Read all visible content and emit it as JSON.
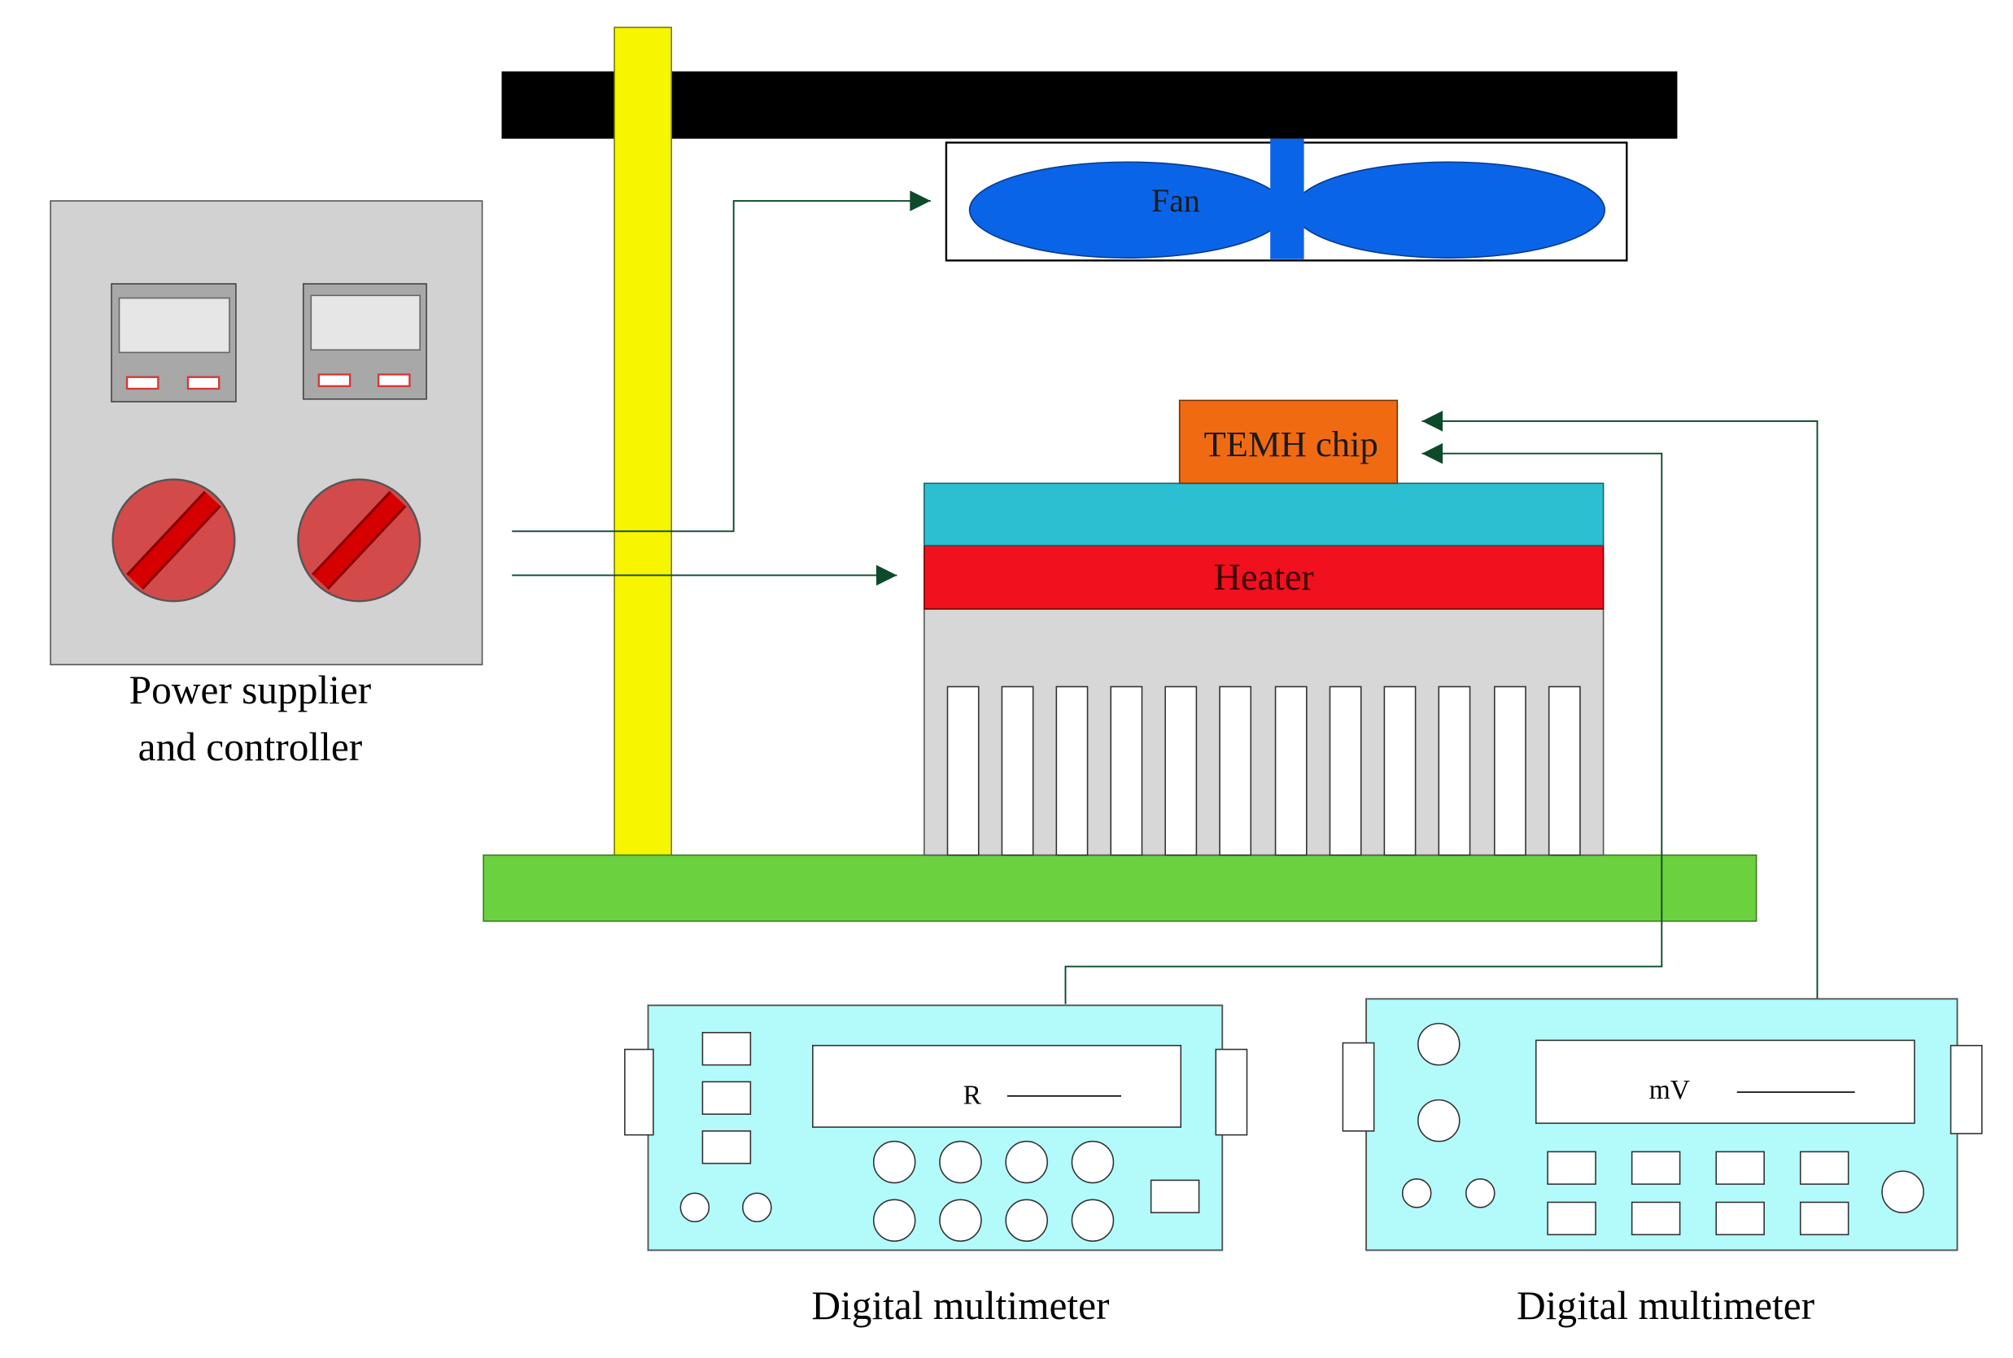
{
  "labels": {
    "fan": "Fan",
    "temh_chip": "TEMH chip",
    "heater": "Heater",
    "power_line1": "Power supplier",
    "power_line2": "and controller",
    "multimeter_left": "Digital multimeter",
    "multimeter_right": "Digital multimeter",
    "display_r": "R",
    "display_mv": "mV"
  },
  "colors": {
    "stand": "#f7f500",
    "top_bar": "#000000",
    "base": "#6bd13f",
    "fan": "#0a64e8",
    "chip": "#f06a12",
    "cooler_plate": "#2cbfd2",
    "heater": "#f0101e",
    "heatsink": "#d7d7d7",
    "power_box": "#d2d2d2",
    "knob": "#d24a4a",
    "knob_stripe": "#cc0000",
    "multimeter": "#b3fbfb",
    "wire": "#0c4a2a"
  }
}
